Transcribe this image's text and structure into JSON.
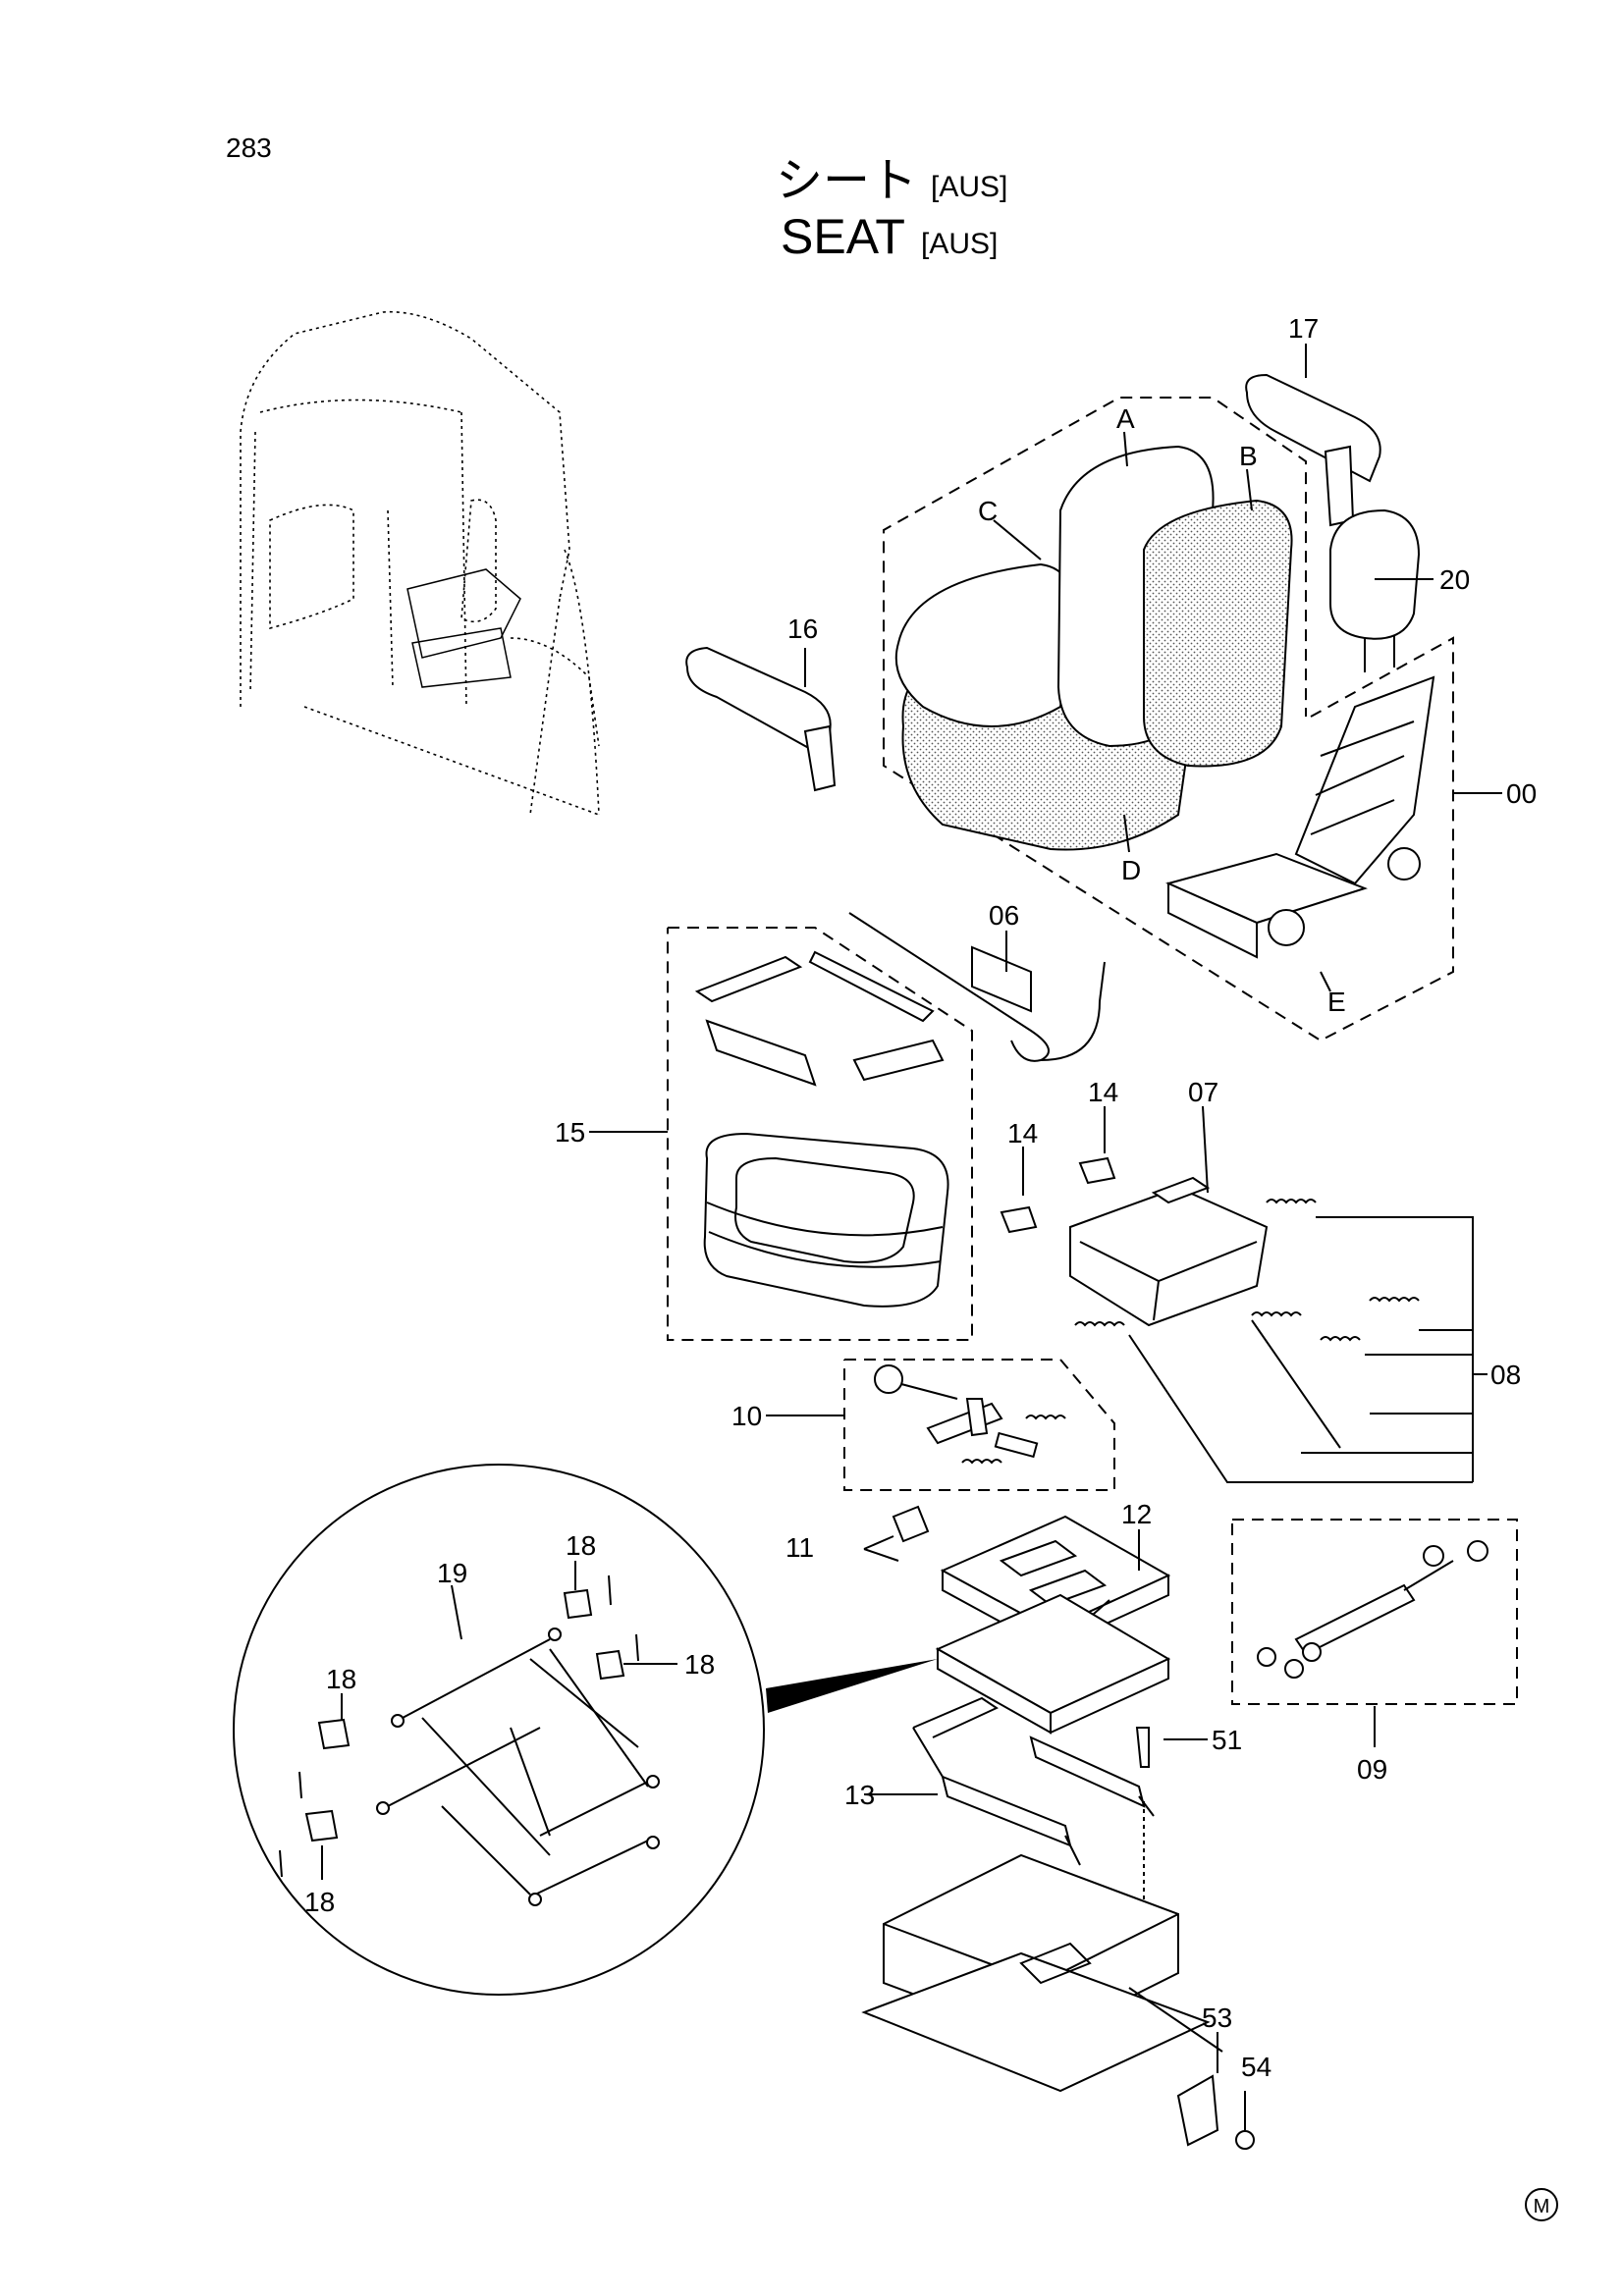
{
  "page_number": "283",
  "title_jp": "シート",
  "title_en": "SEAT",
  "region_tag": "[AUS]",
  "brand_mark": "M",
  "callouts": {
    "A": "A",
    "B": "B",
    "C": "C",
    "D": "D",
    "E": "E",
    "p00": "00",
    "p06": "06",
    "p07": "07",
    "p08": "08",
    "p09": "09",
    "p10": "10",
    "p11": "11",
    "p12": "12",
    "p13": "13",
    "p14a": "14",
    "p14b": "14",
    "p15": "15",
    "p16": "16",
    "p17": "17",
    "p18a": "18",
    "p18b": "18",
    "p18c": "18",
    "p18d": "18",
    "p19": "19",
    "p20": "20",
    "p51": "51",
    "p53": "53",
    "p54": "54"
  }
}
